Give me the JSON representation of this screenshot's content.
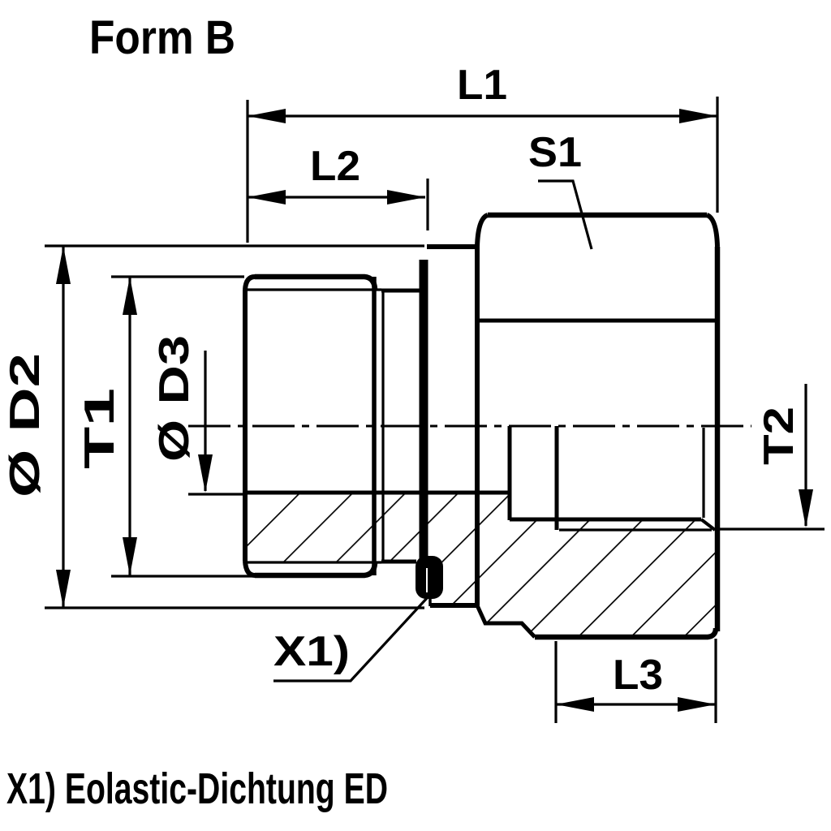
{
  "title": "Form B",
  "footnote": "X1) Eolastic-Dichtung ED",
  "colors": {
    "line": "#000000",
    "background": "#ffffff"
  },
  "labels": {
    "l1": "L1",
    "l2": "L2",
    "s1": "S1",
    "d2": "Ø D2",
    "t1": "T1",
    "d3": "Ø D3",
    "t2": "T2",
    "l3": "L3",
    "x1": "X1)"
  }
}
